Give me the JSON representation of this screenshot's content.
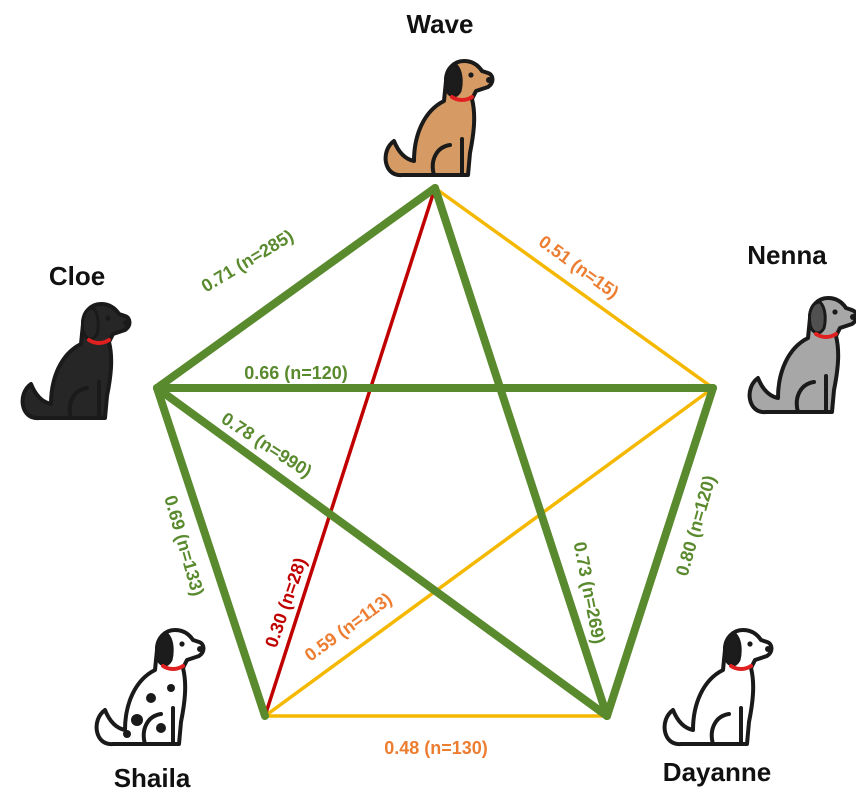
{
  "nodes": [
    {
      "id": "wave",
      "name": "Wave",
      "icon": "tan-dog-icon",
      "fur": "#d69a64",
      "ear": "#1c1c1c"
    },
    {
      "id": "nenna",
      "name": "Nenna",
      "icon": "gray-dog-icon",
      "fur": "#a7a7a7",
      "ear": "#505050"
    },
    {
      "id": "dayanne",
      "name": "Dayanne",
      "icon": "white-dog-icon",
      "fur": "#ffffff",
      "ear": "#1c1c1c"
    },
    {
      "id": "shaila",
      "name": "Shaila",
      "icon": "dalmatian-dog-icon",
      "fur": "#ffffff",
      "ear": "#1c1c1c"
    },
    {
      "id": "cloe",
      "name": "Cloe",
      "icon": "black-dog-icon",
      "fur": "#262626",
      "ear": "#262626"
    }
  ],
  "edges": [
    {
      "from": "wave",
      "to": "cloe",
      "label": "0.71 (n=285)",
      "level": "strong"
    },
    {
      "from": "cloe",
      "to": "nenna",
      "label": "0.66 (n=120)",
      "level": "strong"
    },
    {
      "from": "cloe",
      "to": "dayanne",
      "label": "0.78 (n=990)",
      "level": "strong"
    },
    {
      "from": "cloe",
      "to": "shaila",
      "label": "0.69 (n=133)",
      "level": "strong"
    },
    {
      "from": "wave",
      "to": "dayanne",
      "label": "0.73 (n=269)",
      "level": "strong"
    },
    {
      "from": "nenna",
      "to": "dayanne",
      "label": "0.80 (n=120)",
      "level": "strong"
    },
    {
      "from": "wave",
      "to": "nenna",
      "label": "0.51 (n=15)",
      "level": "medium"
    },
    {
      "from": "nenna",
      "to": "shaila",
      "label": "0.59 (n=113)",
      "level": "medium"
    },
    {
      "from": "shaila",
      "to": "dayanne",
      "label": "0.48 (n=130)",
      "level": "medium"
    },
    {
      "from": "wave",
      "to": "shaila",
      "label": "0.30 (n=28)",
      "level": "weak"
    }
  ],
  "colors": {
    "strong_line": "#5a8a2e",
    "strong_text": "#5a8a2e",
    "medium_line": "#f5b800",
    "medium_text": "#ed7d31",
    "weak_line": "#c00000",
    "weak_text": "#c00000",
    "collar": "#e02020",
    "outline": "#1a1a1a"
  }
}
